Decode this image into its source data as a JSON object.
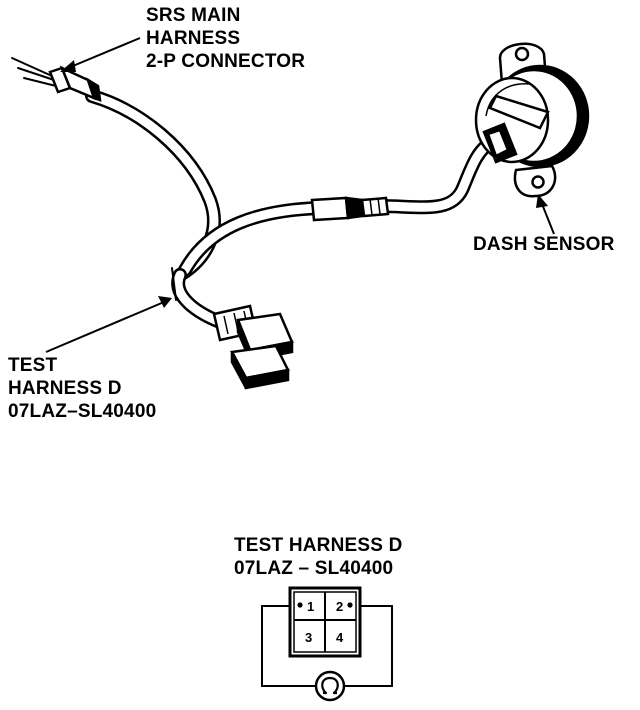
{
  "labels": {
    "srs_main": [
      "SRS MAIN",
      "HARNESS",
      "2-P CONNECTOR"
    ],
    "dash_sensor": "DASH SENSOR",
    "test_harness_top": [
      "TEST",
      "HARNESS D",
      "07LAZ–SL40400"
    ],
    "test_harness_bottom": [
      "TEST HARNESS D",
      "07LAZ – SL40400"
    ]
  },
  "connector_pins": [
    "1",
    "2",
    "3",
    "4"
  ],
  "icons": [
    "ohmmeter-icon"
  ]
}
